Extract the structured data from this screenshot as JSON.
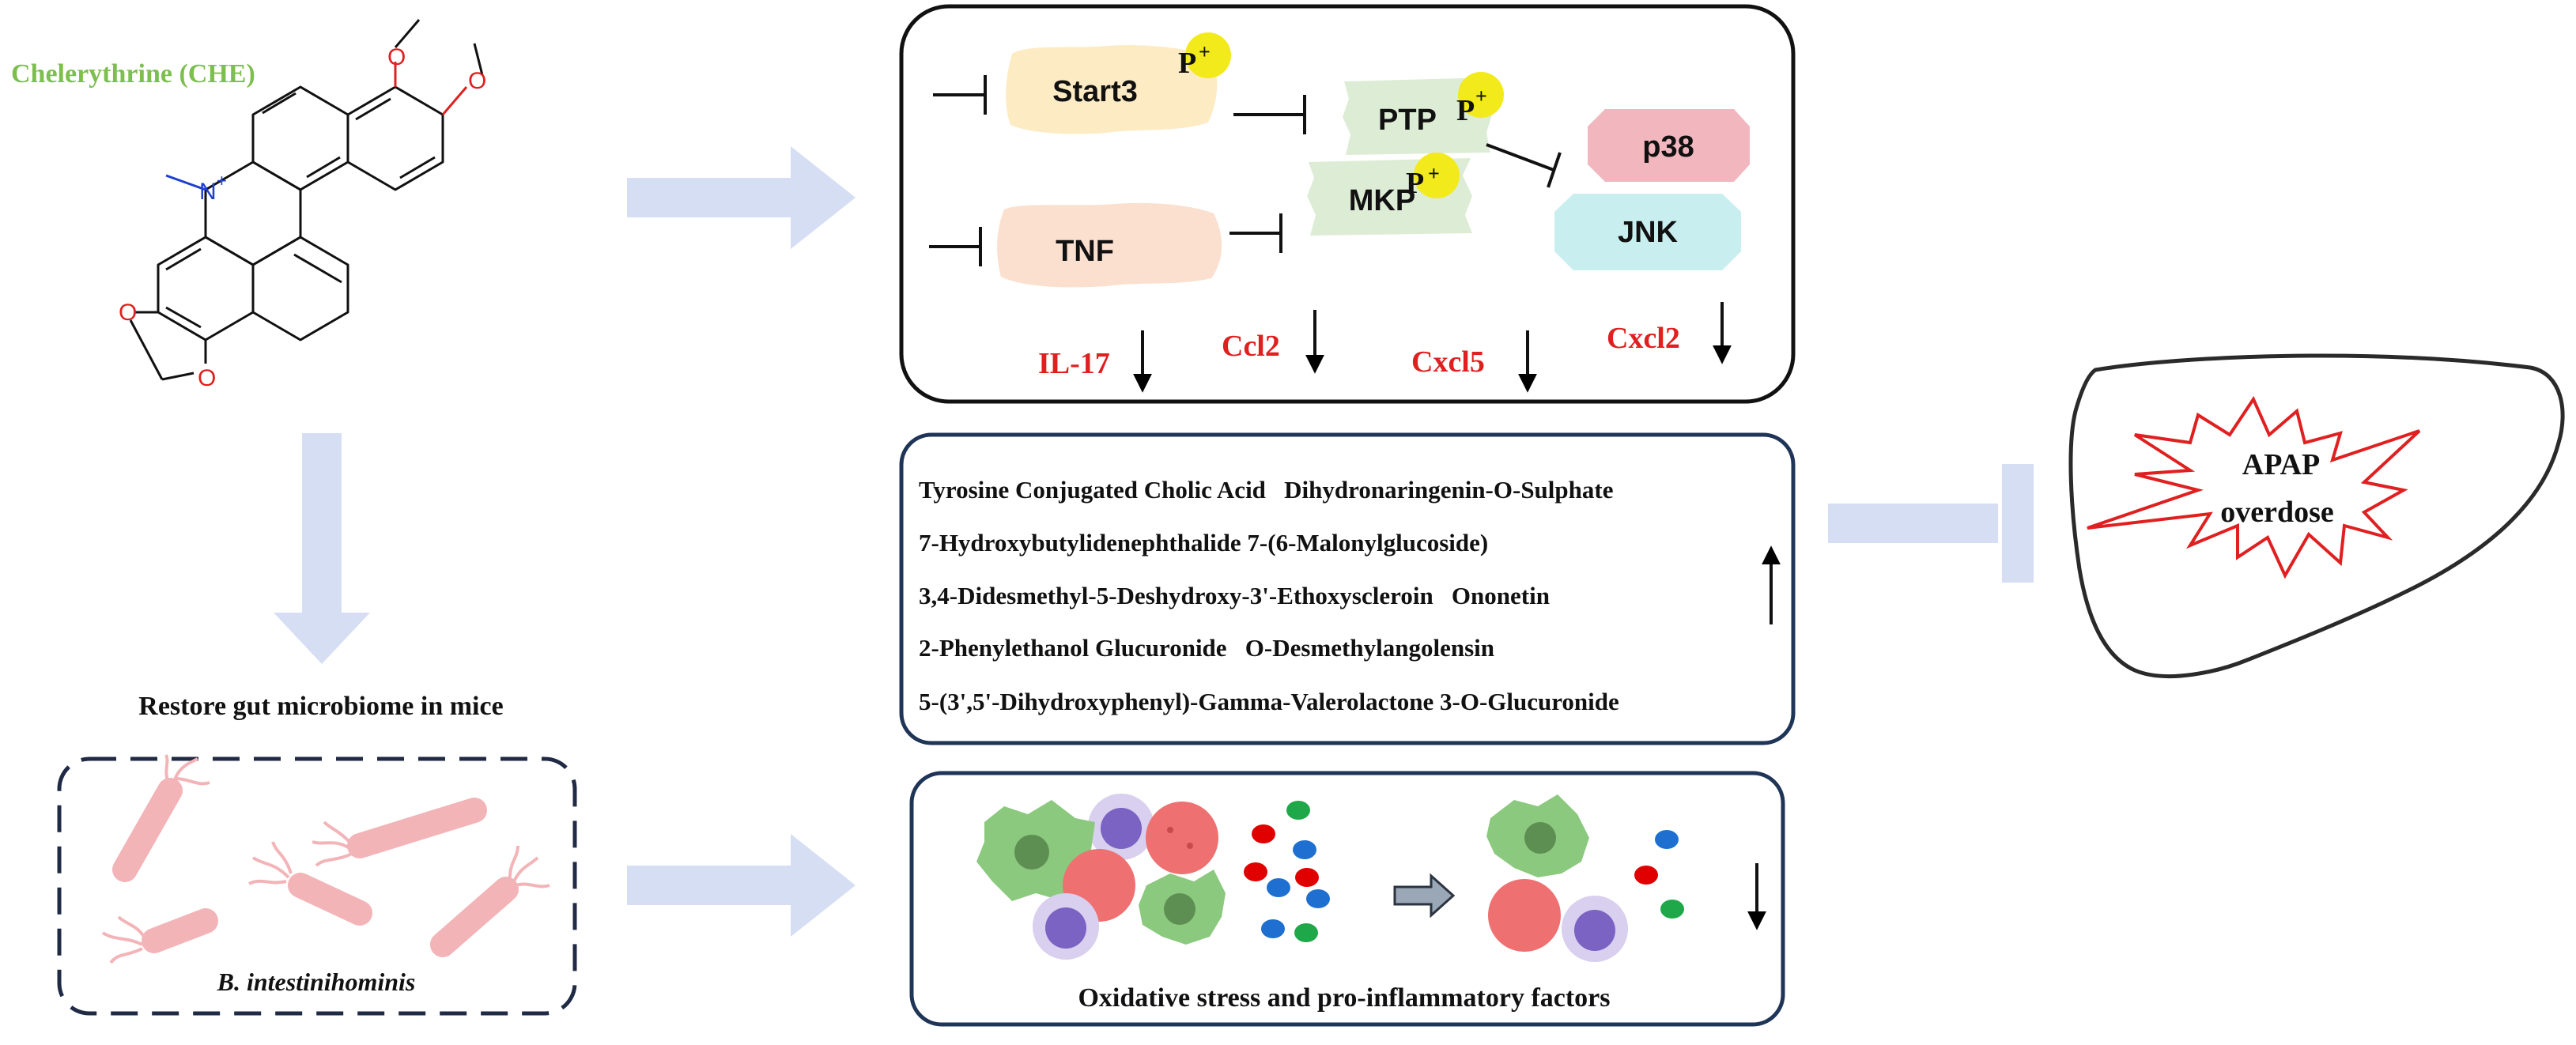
{
  "compound": {
    "name": "Chelerythrine (CHE)",
    "name_color": "#7DBF4E",
    "atom_labels": {
      "nitrogen": "N",
      "nitrogen_charge": "+",
      "oxygen": "O"
    }
  },
  "microbiome": {
    "title": "Restore gut microbiome in mice",
    "species": "B. intestinihominis"
  },
  "pathway": {
    "nodes": {
      "start3": "Start3",
      "tnf": "TNF",
      "ptp": "PTP",
      "mkp": "MKP",
      "p38": "p38",
      "jnk": "JNK"
    },
    "phospho_label": "P",
    "phospho_sup": "+",
    "cytokines": [
      "IL-17",
      "Ccl2",
      "Cxcl5",
      "Cxcl2"
    ]
  },
  "metabolites": {
    "lines": [
      "Tyrosine Conjugated Cholic Acid   Dihydronaringenin-O-Sulphate",
      "7-Hydroxybutylidenephthalide 7-(6-Malonylglucoside)",
      "3,4-Didesmethyl-5-Deshydroxy-3'-Ethoxyscleroin   Ononetin",
      "2-Phenylethanol Glucuronide   O-Desmethylangolensin",
      "5-(3',5'-Dihydroxyphenyl)-Gamma-Valerolactone 3-O-Glucuronide"
    ]
  },
  "inflammation": {
    "caption": "Oxidative stress and pro-inflammatory factors"
  },
  "liver": {
    "line1": "APAP",
    "line2": "overdose"
  },
  "colors": {
    "big_arrow": "#D5DEF3",
    "metabolite_border": "#1F3558",
    "cytokine_text": "#E02020",
    "phospho_dot": "#F2EA1A",
    "start3_fill": "#FDEBC4",
    "tnf_fill": "#FBE0CF",
    "ptp_fill": "#DDEDD5",
    "p38_fill": "#F2B7BE",
    "jnk_fill": "#C9EEEF",
    "bacteria": "#F3B4B8",
    "starburst": "#E02020",
    "macrophage": "#8BC97E",
    "dead_cell": "#EE7070",
    "lymphocyte": "#B8A6DB",
    "dot_red": "#E00000",
    "dot_blue": "#1E6FD0",
    "dot_green": "#1EA84A"
  }
}
